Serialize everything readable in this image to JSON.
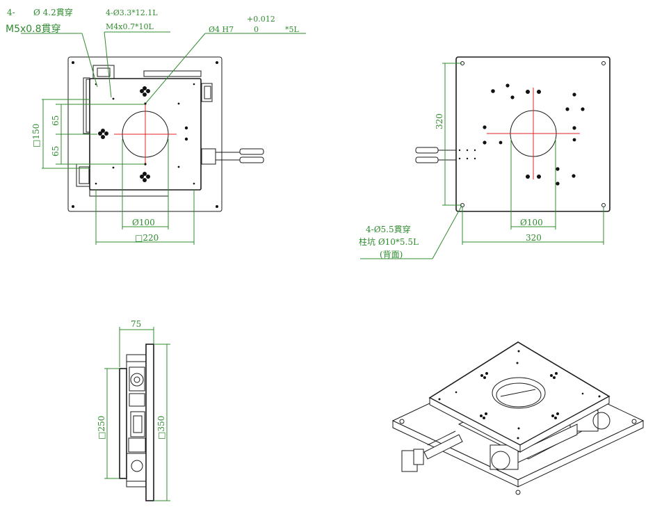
{
  "top_view": {
    "callout_hole": {
      "prefix": "4-",
      "dia": "Ø 4.2貫穿",
      "thread": "M5x0.8貫穿"
    },
    "callout_tap": {
      "dia": "4-Ø3.3*12.1L",
      "thread": "M4x0.7*10L"
    },
    "callout_pin": {
      "tol_upper": "+0.012",
      "tol_lower": "0",
      "dia": "Ø4 H7",
      "depth": "*5L"
    },
    "dim_150": "□150",
    "dim_65_top": "65",
    "dim_65_bottom": "65",
    "dim_100": "Ø100",
    "dim_220": "□220"
  },
  "bottom_view": {
    "dim_320_vertical": "320",
    "dim_100": "Ø100",
    "dim_320_horizontal": "320",
    "callout_counterbore": {
      "line1": "4-Ø5.5貫穿",
      "line2": "柱坑 Ø10*5.5L",
      "line3": "(背面)"
    }
  },
  "side_view": {
    "dim_75": "75",
    "dim_250": "□250",
    "dim_350": "□350"
  },
  "colors": {
    "dimension": "#2e8b2e",
    "centerline": "#e02020",
    "outline": "#1a1a1a"
  }
}
